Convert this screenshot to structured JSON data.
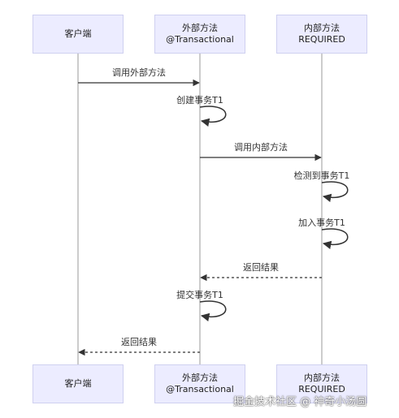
{
  "participants": [
    {
      "id": "client",
      "lines": [
        "客户端"
      ]
    },
    {
      "id": "outer",
      "lines": [
        "外部方法",
        "@Transactional"
      ]
    },
    {
      "id": "inner",
      "lines": [
        "内部方法",
        "REQUIRED"
      ]
    }
  ],
  "messages": [
    {
      "from": "client",
      "to": "outer",
      "text": "调用外部方法",
      "style": "solid"
    },
    {
      "from": "outer",
      "to": "outer",
      "text": "创建事务T1",
      "style": "self"
    },
    {
      "from": "outer",
      "to": "inner",
      "text": "调用内部方法",
      "style": "solid"
    },
    {
      "from": "inner",
      "to": "inner",
      "text": "检测到事务T1",
      "style": "self"
    },
    {
      "from": "inner",
      "to": "inner",
      "text": "加入事务T1",
      "style": "self"
    },
    {
      "from": "inner",
      "to": "outer",
      "text": "返回结果",
      "style": "dashed"
    },
    {
      "from": "outer",
      "to": "outer",
      "text": "提交事务T1",
      "style": "self"
    },
    {
      "from": "outer",
      "to": "client",
      "text": "返回结果",
      "style": "dashed"
    }
  ],
  "watermark": "掘金技术社区 @ 神奇小汤圆",
  "colors": {
    "actor_fill": "#ececff",
    "actor_border": "#cfd0f0",
    "line": "#333333",
    "lifeline": "#999999"
  }
}
